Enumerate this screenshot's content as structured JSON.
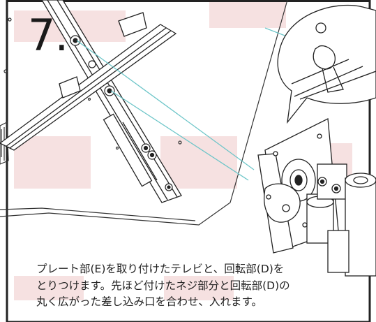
{
  "step": {
    "number": "7."
  },
  "caption": {
    "lines": [
      "プレート部(E)を取り付けたテレビと、回転部(D)を",
      "とりつけます。先ほど付けたネジ部分と回転部(D)の",
      "丸く広がった差し込み口を合わせ、入れます。"
    ]
  },
  "colors": {
    "accent_bars": "#f6e1e1",
    "guide_lines": "#6cc5c8",
    "ink": "#1a1a1a",
    "frame": "#222222"
  }
}
